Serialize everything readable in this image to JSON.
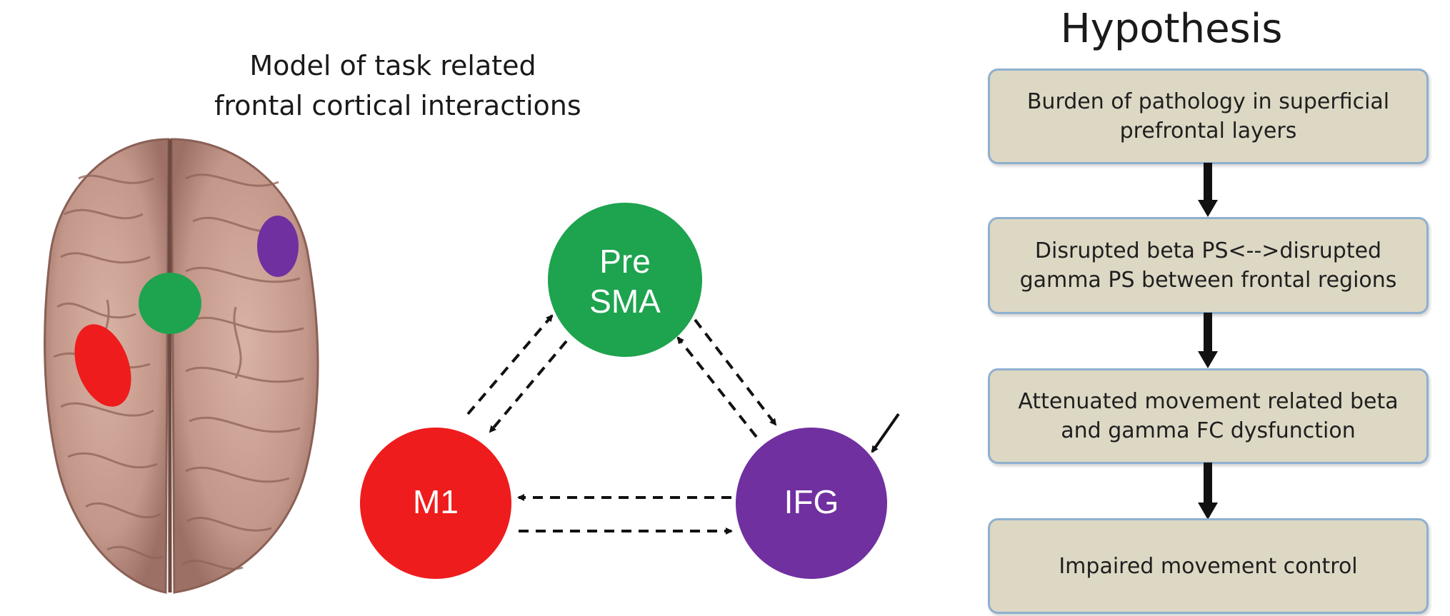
{
  "model": {
    "title_line1": "Model of task related",
    "title_line2": "frontal cortical interactions"
  },
  "nodes": {
    "presma_line1": "Pre",
    "presma_line2": "SMA",
    "m1": "M1",
    "ifg": "IFG"
  },
  "hypothesis": {
    "title": "Hypothesis",
    "steps": [
      "Burden of pathology in superficial prefrontal layers",
      "Disrupted beta PS<-->disrupted gamma PS between frontal regions",
      "Attenuated movement related beta and gamma FC dysfunction",
      "Impaired movement control"
    ]
  },
  "colors": {
    "presma": "#1ea34f",
    "m1": "#ee1c1c",
    "ifg": "#7030a0",
    "box_fill": "#ddd8c4",
    "box_border": "#8fb0cf"
  }
}
